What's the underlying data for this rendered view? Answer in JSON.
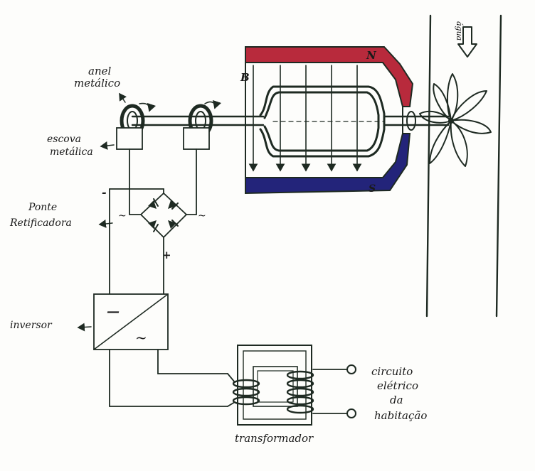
{
  "labels": {
    "anel": "anel",
    "metalico": "metálico",
    "escova": "escova",
    "metalica": "metálica",
    "ponte": "Ponte",
    "retificadora": "Retificadora",
    "inversor": "inversor",
    "transformador": "transformador",
    "circuito": "circuito",
    "eletrico": "elétrico",
    "da": "da",
    "habitacao": "habitação",
    "agua": "água"
  },
  "symbols": {
    "north": "N",
    "south": "S",
    "field": "B",
    "minus": "-",
    "plus": "+",
    "ac": "~",
    "dc": "—",
    "inverter_ac": "~"
  },
  "colors": {
    "ink": "#1e2a22",
    "magnet_north": "#b82a3c",
    "magnet_south": "#23247a",
    "paper": "#fdfdfb"
  }
}
